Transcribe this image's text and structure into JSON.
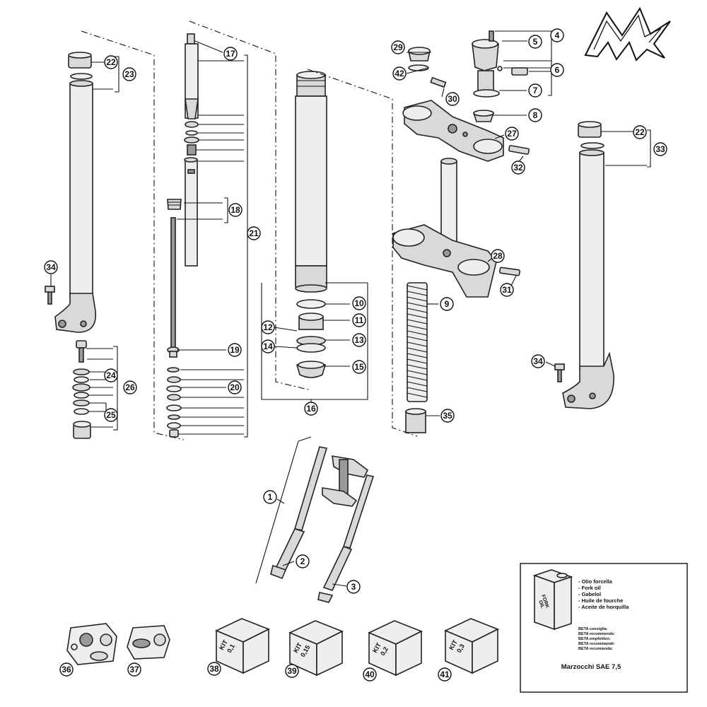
{
  "callouts": [
    "1",
    "2",
    "3",
    "4",
    "5",
    "6",
    "7",
    "8",
    "9",
    "10",
    "11",
    "12",
    "13",
    "14",
    "15",
    "16",
    "17",
    "18",
    "19",
    "20",
    "21",
    "22",
    "22",
    "23",
    "24",
    "25",
    "26",
    "27",
    "28",
    "29",
    "30",
    "31",
    "32",
    "33",
    "34",
    "34",
    "35",
    "36",
    "37",
    "38",
    "39",
    "40",
    "41",
    "42"
  ],
  "kits": [
    {
      "label_line1": "KIT",
      "label_line2": "0,1"
    },
    {
      "label_line1": "KIT",
      "label_line2": "0,15"
    },
    {
      "label_line1": "KIT",
      "label_line2": "0,2"
    },
    {
      "label_line1": "KIT",
      "label_line2": "0,3"
    }
  ],
  "oil_box": {
    "can_label_line1": "FORK",
    "can_label_line2": "OIL",
    "names": [
      "- Olio forcella",
      "- Fork oil",
      "- Gabelol",
      "- Huile de fourche",
      "- Aceite de horquilla"
    ],
    "recommend": [
      "BETA consiglia:",
      "BETA recommends:",
      "BETA empfohlen:",
      "BETA recommandé:",
      "BETA recomienda:"
    ],
    "product": "Marzocchi SAE 7,5"
  },
  "colors": {
    "part_fill": "#d9d9d9",
    "line": "#111111",
    "background": "#ffffff"
  }
}
